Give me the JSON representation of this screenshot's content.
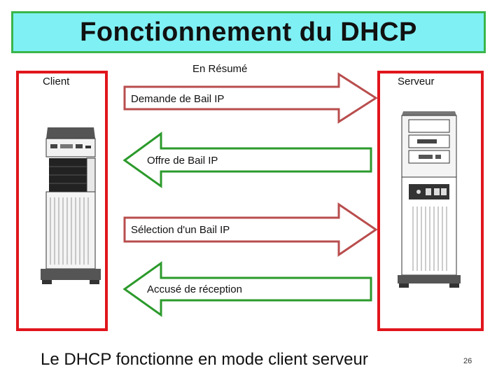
{
  "title": "Fonctionnement du DHCP",
  "summary_label": "En Résumé",
  "client_label": "Client",
  "server_label": "Serveur",
  "arrows": [
    {
      "label": "Demande de Bail IP",
      "direction": "right",
      "color": "#b94d4d"
    },
    {
      "label": "Offre de Bail IP",
      "direction": "left",
      "color": "#2b9a2b"
    },
    {
      "label": "Sélection d'un Bail IP",
      "direction": "right",
      "color": "#b94d4d"
    },
    {
      "label": "Accusé de réception",
      "direction": "left",
      "color": "#2b9a2b"
    }
  ],
  "footer": "Le DHCP fonctionne en mode client serveur",
  "page_number": "26",
  "colors": {
    "title_background": "#7ff0f4",
    "title_border": "#3bb54a",
    "frame_border": "#e0161c"
  }
}
